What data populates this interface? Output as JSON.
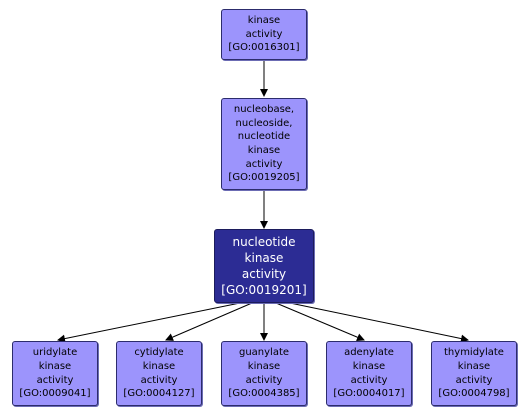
{
  "colors": {
    "node_fill": "#9c94fc",
    "focus_fill": "#2c2c94",
    "edge": "#000000"
  },
  "nodes": {
    "kinase": {
      "lines": [
        "kinase",
        "activity",
        "[GO:0016301]"
      ]
    },
    "nucleobase": {
      "lines": [
        "nucleobase,",
        "nucleoside,",
        "nucleotide",
        "kinase",
        "activity",
        "[GO:0019205]"
      ]
    },
    "nucleotide": {
      "lines": [
        "nucleotide",
        "kinase",
        "activity",
        "[GO:0019201]"
      ]
    },
    "uridylate": {
      "lines": [
        "uridylate",
        "kinase",
        "activity",
        "[GO:0009041]"
      ]
    },
    "cytidylate": {
      "lines": [
        "cytidylate",
        "kinase",
        "activity",
        "[GO:0004127]"
      ]
    },
    "guanylate": {
      "lines": [
        "guanylate",
        "kinase",
        "activity",
        "[GO:0004385]"
      ]
    },
    "adenylate": {
      "lines": [
        "adenylate",
        "kinase",
        "activity",
        "[GO:0004017]"
      ]
    },
    "thymidylate": {
      "lines": [
        "thymidylate",
        "kinase",
        "activity",
        "[GO:0004798]"
      ]
    }
  }
}
